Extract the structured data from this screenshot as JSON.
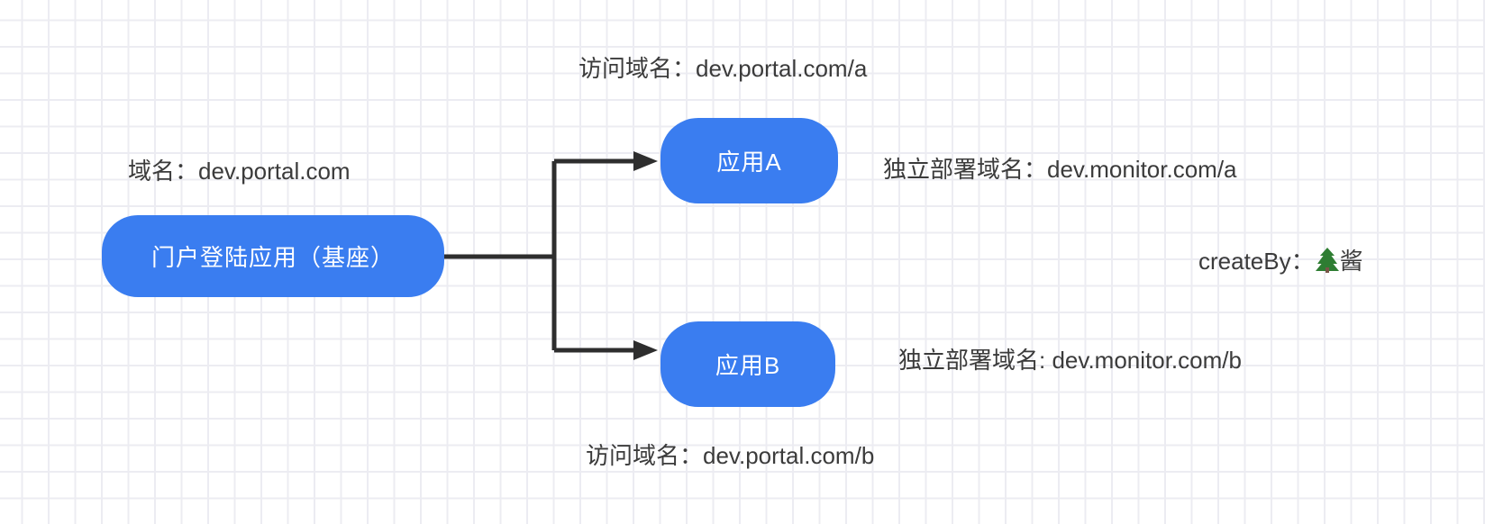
{
  "diagram": {
    "title": "micro-frontend deployment domains diagram",
    "nodes": [
      {
        "id": "base",
        "label": "门户登陆应用（基座）"
      },
      {
        "id": "app-a",
        "label": "应用A"
      },
      {
        "id": "app-b",
        "label": "应用B"
      }
    ],
    "labels": {
      "access_domain_a": "访问域名：dev.portal.com/a",
      "base_domain": "域名：dev.portal.com",
      "deploy_domain_a": "独立部署域名：dev.monitor.com/a",
      "deploy_domain_b": "独立部署域名: dev.monitor.com/b",
      "access_domain_b": "访问域名：dev.portal.com/b",
      "create_by_prefix": "createBy：",
      "create_by_emoji": "🌲",
      "create_by_suffix": "酱"
    },
    "edges": [
      {
        "from": "base",
        "to": "app-a",
        "style": "orthogonal-arrow"
      },
      {
        "from": "base",
        "to": "app-b",
        "style": "orthogonal-arrow"
      }
    ],
    "colors": {
      "node_fill": "#3A7DF0",
      "node_text": "#ffffff",
      "label_text": "#3b3b3b",
      "connector": "#2e2e2e",
      "grid_line": "#ececf2",
      "background": "#ffffff",
      "tree_green": "#2e7d32",
      "tree_trunk": "#795548"
    }
  }
}
